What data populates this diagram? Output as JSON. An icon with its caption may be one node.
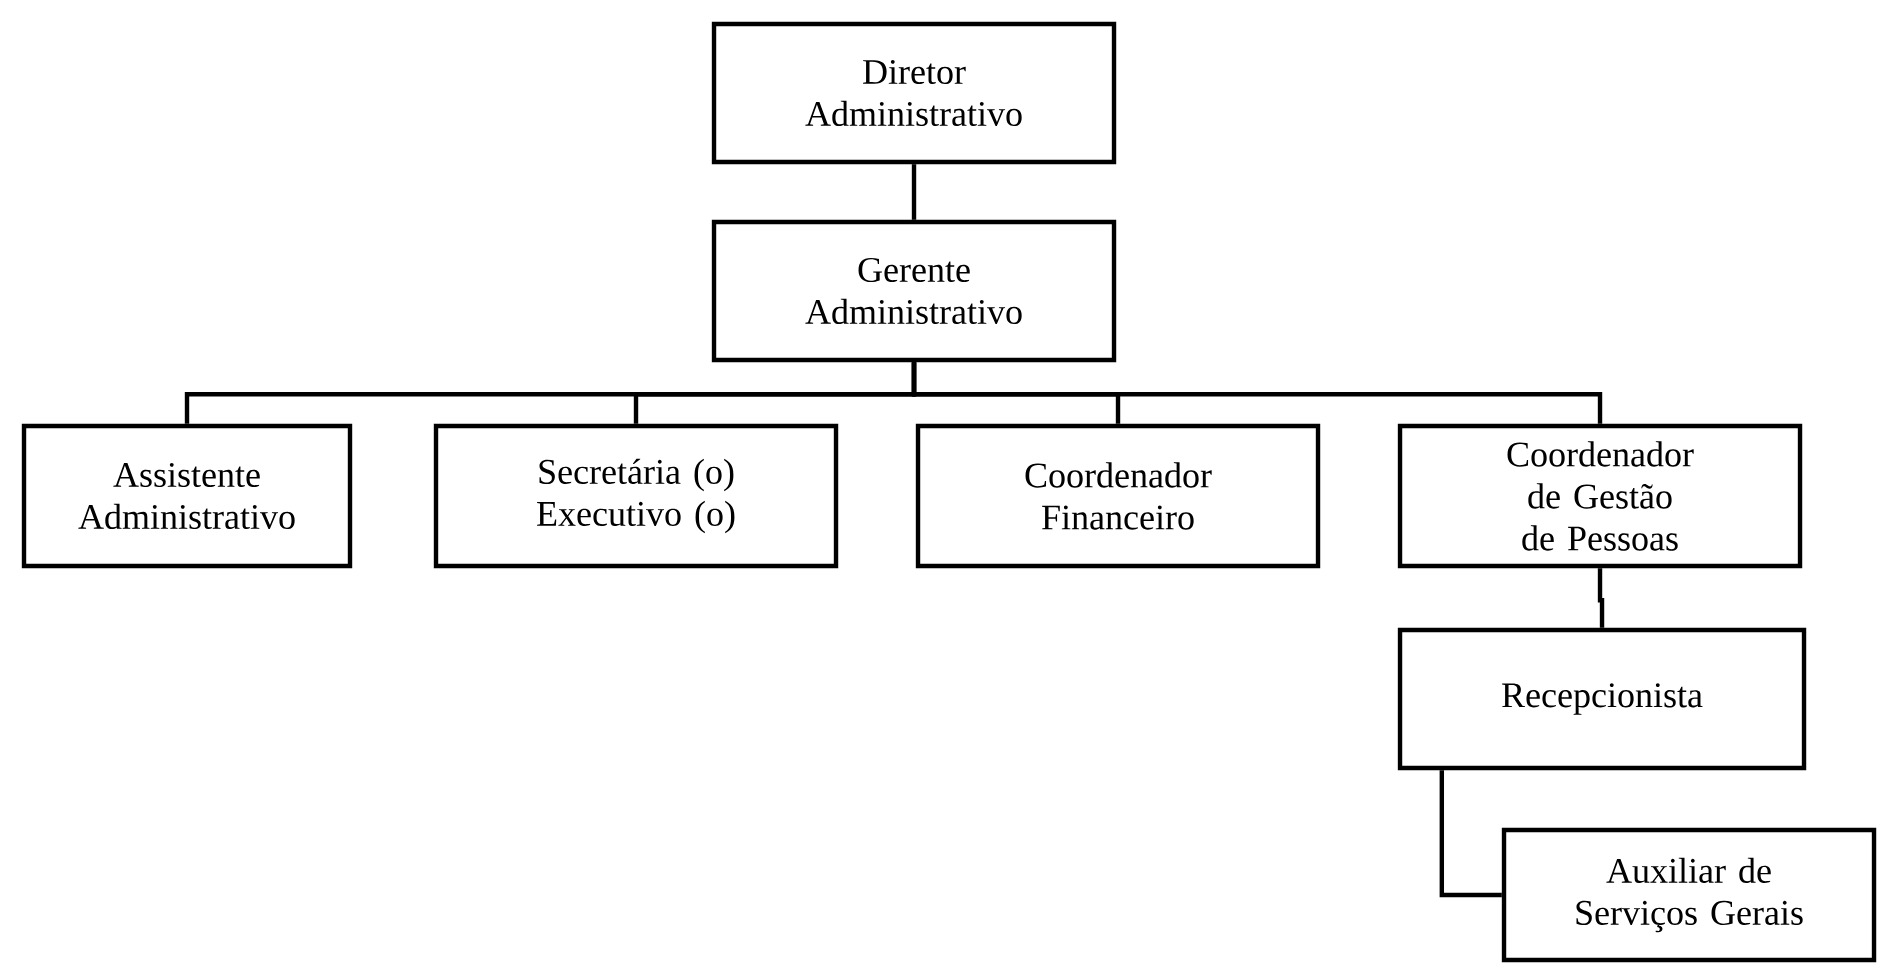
{
  "diagram": {
    "nodes": [
      {
        "text": [
          "Diretor Administrativo"
        ]
      },
      {
        "text": [
          "Gerente Administrativo"
        ]
      },
      {
        "text": [
          "Assistente Administrativo"
        ]
      },
      {
        "text": [
          "Secretária (o) Executivo (o)"
        ]
      },
      {
        "text": [
          "Coordenador Financeiro"
        ]
      },
      {
        "text": [
          "Coordenador de Gestão de Pessoas"
        ]
      },
      {
        "text": [
          "Recepcionista"
        ]
      },
      {
        "text": [
          "Auxiliar de Serviços Gerais"
        ]
      }
    ],
    "edges": [
      {
        "from": 0,
        "to": 1,
        "arrow": "none"
      },
      {
        "from": 1,
        "to": 2,
        "arrow": "none"
      },
      {
        "from": 1,
        "to": 3,
        "arrow": "none"
      },
      {
        "from": 1,
        "to": 4,
        "arrow": "none"
      },
      {
        "from": 1,
        "to": 5,
        "arrow": "none"
      },
      {
        "from": 5,
        "to": 6,
        "arrow": "none"
      },
      {
        "from": 6,
        "to": 7,
        "arrow": "none"
      }
    ]
  }
}
